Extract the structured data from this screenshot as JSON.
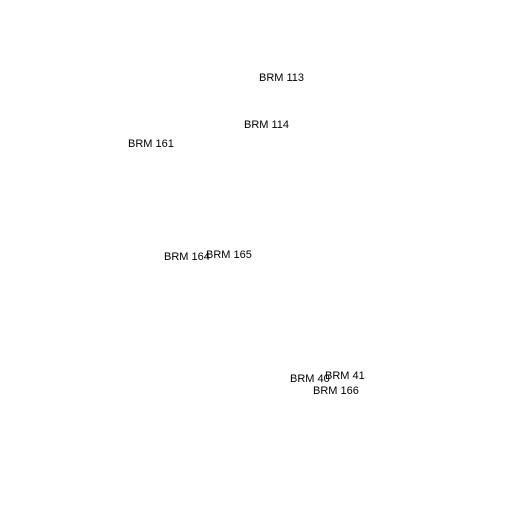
{
  "labels": [
    {
      "id": "brm113",
      "text": "BRM 113"
    },
    {
      "id": "brm114",
      "text": "BRM 114"
    },
    {
      "id": "brm161",
      "text": "BRM 161"
    },
    {
      "id": "brm164",
      "text": "BRM 164"
    },
    {
      "id": "brm165",
      "text": "BRM 165"
    },
    {
      "id": "brm41",
      "text": "BRM 41"
    },
    {
      "id": "brm40",
      "text": "BRM 40"
    },
    {
      "id": "brm166",
      "text": "BRM 166"
    }
  ]
}
